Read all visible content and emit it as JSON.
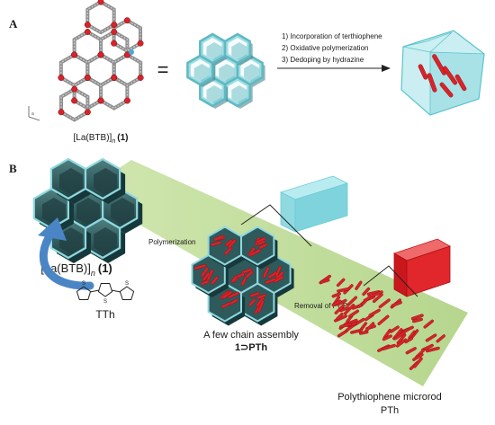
{
  "panel_a": {
    "label": "A",
    "framework_label": "[La(BTB)]",
    "framework_subscript": "n",
    "framework_compound": "(1)",
    "equals_sign": "=",
    "steps": [
      "1) Incorporation of terthiophene",
      "2) Oxidative polymerization",
      "3) Dedoping by hydrazine"
    ]
  },
  "panel_b": {
    "label": "B",
    "framework_label": "[La(BTB)]",
    "framework_subscript": "n",
    "framework_compound": "(1)",
    "monomer_label": "TTh",
    "polymerization_label": "Polymerization",
    "removal_label": "Removal of PCP",
    "assembly_line1": "A few chain assembly",
    "assembly_line2": "1⊃PTh",
    "microrod_line1": "Polythiophene microrod",
    "microrod_line2": "PTh"
  },
  "colors": {
    "framework_dark": "#2f5a5c",
    "framework_edge": "#8fd8e0",
    "cyan_box": "#7fd3dc",
    "red_polymer": "#d8232a",
    "green_band": "#b8d88a",
    "blue_arrow": "#4a86c5"
  }
}
